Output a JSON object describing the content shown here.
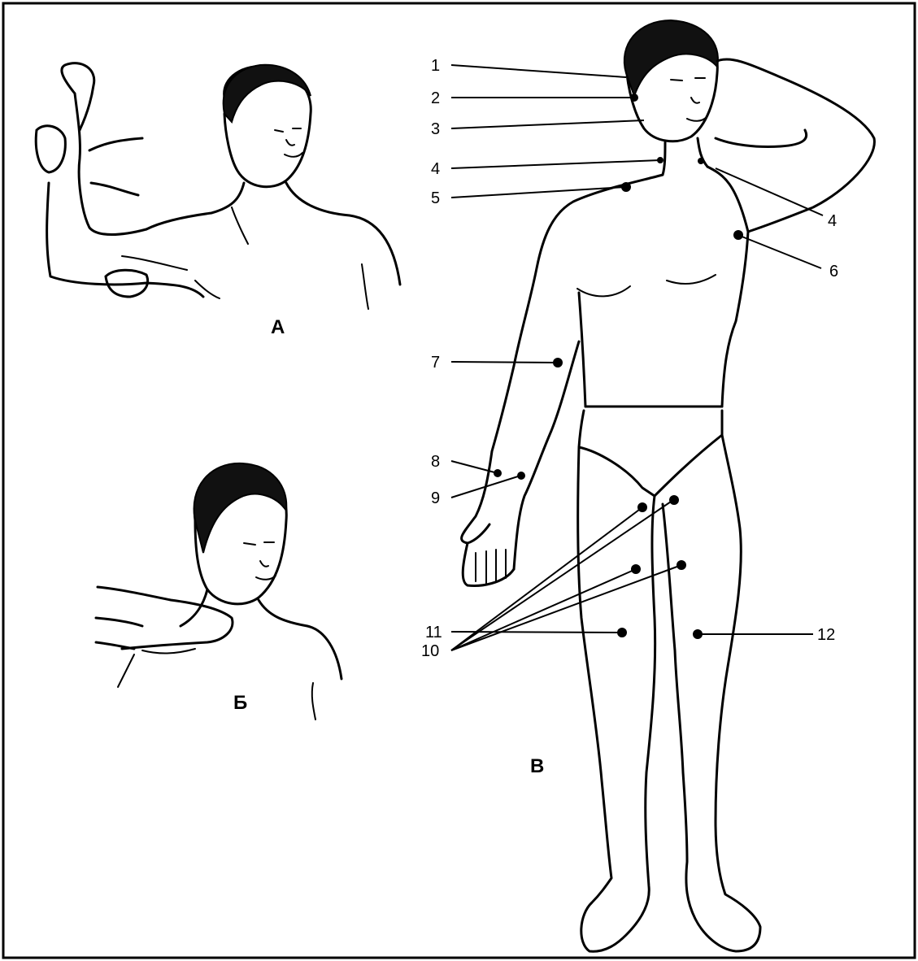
{
  "panels": {
    "a": {
      "label": "А"
    },
    "b": {
      "label": "Б"
    },
    "v": {
      "label": "В"
    }
  },
  "markers": {
    "m1": "1",
    "m2": "2",
    "m3": "3",
    "m4a": "4",
    "m4b": "4",
    "m5": "5",
    "m6": "6",
    "m7": "7",
    "m8": "8",
    "m9": "9",
    "m10": "10",
    "m11": "11",
    "m12": "12"
  },
  "colors": {
    "ink": "#000000",
    "background": "#ffffff"
  }
}
